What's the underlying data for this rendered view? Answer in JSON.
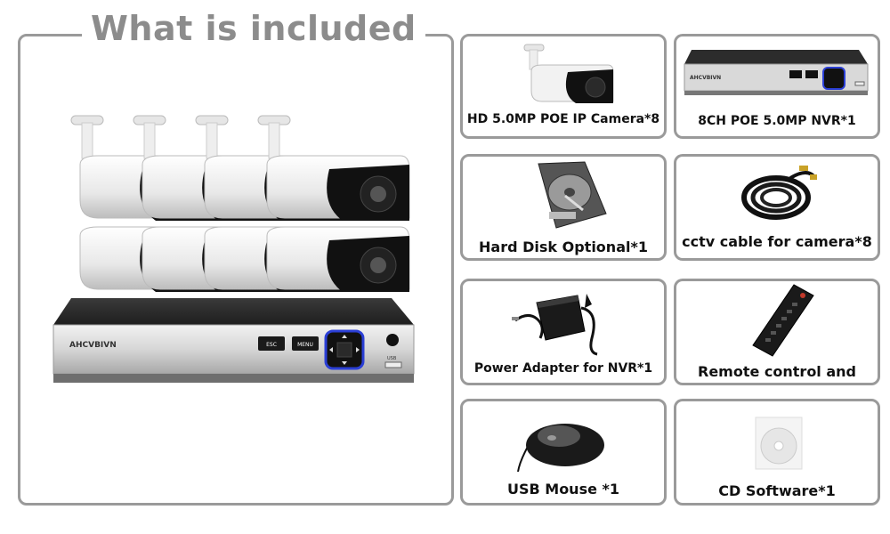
{
  "heading": "What is included",
  "main": {
    "nvr_brand": "AHCVBIVN",
    "btn_esc": "ESC",
    "btn_menu": "MENU",
    "port_usb": "USB"
  },
  "items": [
    {
      "label": "HD 5.0MP POE IP Camera*8",
      "icon": "bullet-camera-icon"
    },
    {
      "label": "8CH POE 5.0MP NVR*1",
      "icon": "nvr-recorder-icon"
    },
    {
      "label": "Hard Disk Optional*1",
      "icon": "hard-disk-icon"
    },
    {
      "label": "cctv cable for camera*8",
      "icon": "cable-coil-icon"
    },
    {
      "label": "Power Adapter for NVR*1",
      "icon": "power-adapter-icon"
    },
    {
      "label": "Remote control and",
      "icon": "remote-control-icon"
    },
    {
      "label": "USB Mouse *1",
      "icon": "usb-mouse-icon"
    },
    {
      "label": "CD Software*1",
      "icon": "cd-disc-icon"
    }
  ]
}
